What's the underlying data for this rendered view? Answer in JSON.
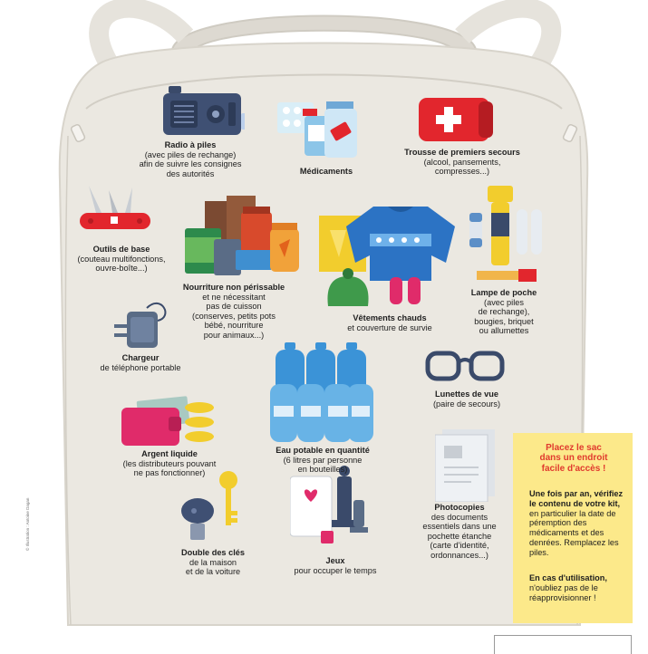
{
  "items": {
    "radio": {
      "title": "Radio à piles",
      "lines": [
        "(avec piles de rechange)",
        "afin de suivre les consignes",
        "des autorités"
      ]
    },
    "medicaments": {
      "title": "Médicaments",
      "lines": []
    },
    "trousse": {
      "title": "Trousse de premiers secours",
      "lines": [
        "(alcool, pansements,",
        "compresses...)"
      ]
    },
    "outils": {
      "title": "Outils de base",
      "lines": [
        "(couteau multifonctions,",
        "ouvre-boîte...)"
      ]
    },
    "nourriture": {
      "title": "Nourriture non périssable",
      "lines": [
        "et ne nécessitant",
        "pas de cuisson",
        "(conserves, petits pots",
        "bébé, nourriture",
        "pour animaux...)"
      ]
    },
    "vetements": {
      "title": "Vêtements chauds",
      "lines": [
        "et couverture de survie"
      ]
    },
    "lampe": {
      "title": "Lampe de poche",
      "lines": [
        "(avec piles",
        "de rechange),",
        "bougies, briquet",
        "ou allumettes"
      ]
    },
    "chargeur": {
      "title": "Chargeur",
      "lines": [
        "de téléphone portable"
      ]
    },
    "eau": {
      "title": "Eau potable en quantité",
      "lines": [
        "(6 litres par personne",
        "en bouteilles)"
      ]
    },
    "lunettes": {
      "title": "Lunettes de vue",
      "lines": [
        "(paire de secours)"
      ]
    },
    "argent": {
      "title": "Argent liquide",
      "lines": [
        "(les distributeurs pouvant",
        "ne pas fonctionner)"
      ]
    },
    "photocopies": {
      "title": "Photocopies",
      "lines": [
        "des documents",
        "essentiels dans une",
        "pochette étanche",
        "(carte d'identité,",
        "ordonnances...)"
      ]
    },
    "cles": {
      "title": "Double des clés",
      "lines": [
        "de la maison",
        "et de la voiture"
      ]
    },
    "jeux": {
      "title": "Jeux",
      "lines": [
        "pour occuper le temps"
      ]
    }
  },
  "tip": {
    "title_lines": [
      "Placez le sac",
      "dans un endroit",
      "facile d'accès !"
    ],
    "p1_bold": "Une fois par an, vérifiez le contenu de votre kit,",
    "p1_rest": "en particulier la date de péremption des médicaments et des denrées. Remplacez les piles.",
    "p2_bold": "En cas d'utilisation,",
    "p2_rest": "n'oubliez pas de le réapprovisionner !"
  },
  "credit": "© Illustration : Antoine Dagan",
  "colors": {
    "bag": "#e9e6df",
    "bag_edge": "#cfcbc2",
    "tip_bg": "#fce98a",
    "tip_title": "#e03a2e",
    "red": "#e2262d",
    "blue": "#2c73c4"
  }
}
